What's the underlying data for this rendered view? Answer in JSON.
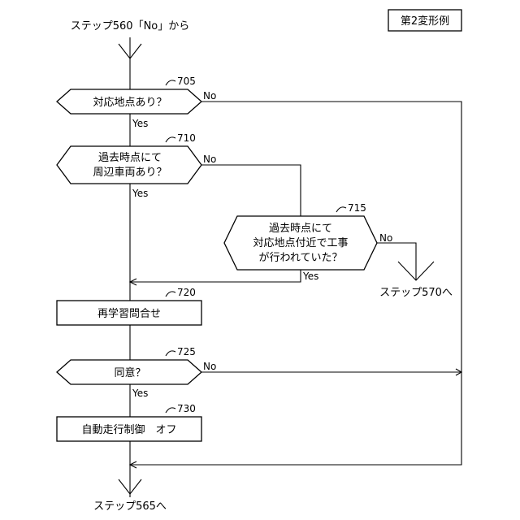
{
  "figure_label": "第2変形例",
  "entry_label": "ステップ560「No」から",
  "nodes": {
    "n705": {
      "ref": "705",
      "lines": [
        "対応地点あり？"
      ]
    },
    "n710": {
      "ref": "710",
      "lines": [
        "過去時点にて",
        "周辺車両あり？"
      ]
    },
    "n715": {
      "ref": "715",
      "lines": [
        "過去時点にて",
        "対応地点付近で工事",
        "が行われていた？"
      ]
    },
    "n720": {
      "ref": "720",
      "lines": [
        "再学習問合せ"
      ]
    },
    "n725": {
      "ref": "725",
      "lines": [
        "同意？"
      ]
    },
    "n730": {
      "ref": "730",
      "lines": [
        "自動走行制御　オフ"
      ]
    }
  },
  "branches": {
    "b705_no": "No",
    "b705_yes": "Yes",
    "b710_no": "No",
    "b710_yes": "Yes",
    "b715_no": "No",
    "b715_yes": "Yes",
    "b725_no": "No",
    "b725_yes": "Yes"
  },
  "exits": {
    "to_570": "ステップ570へ",
    "to_565": "ステップ565へ"
  }
}
